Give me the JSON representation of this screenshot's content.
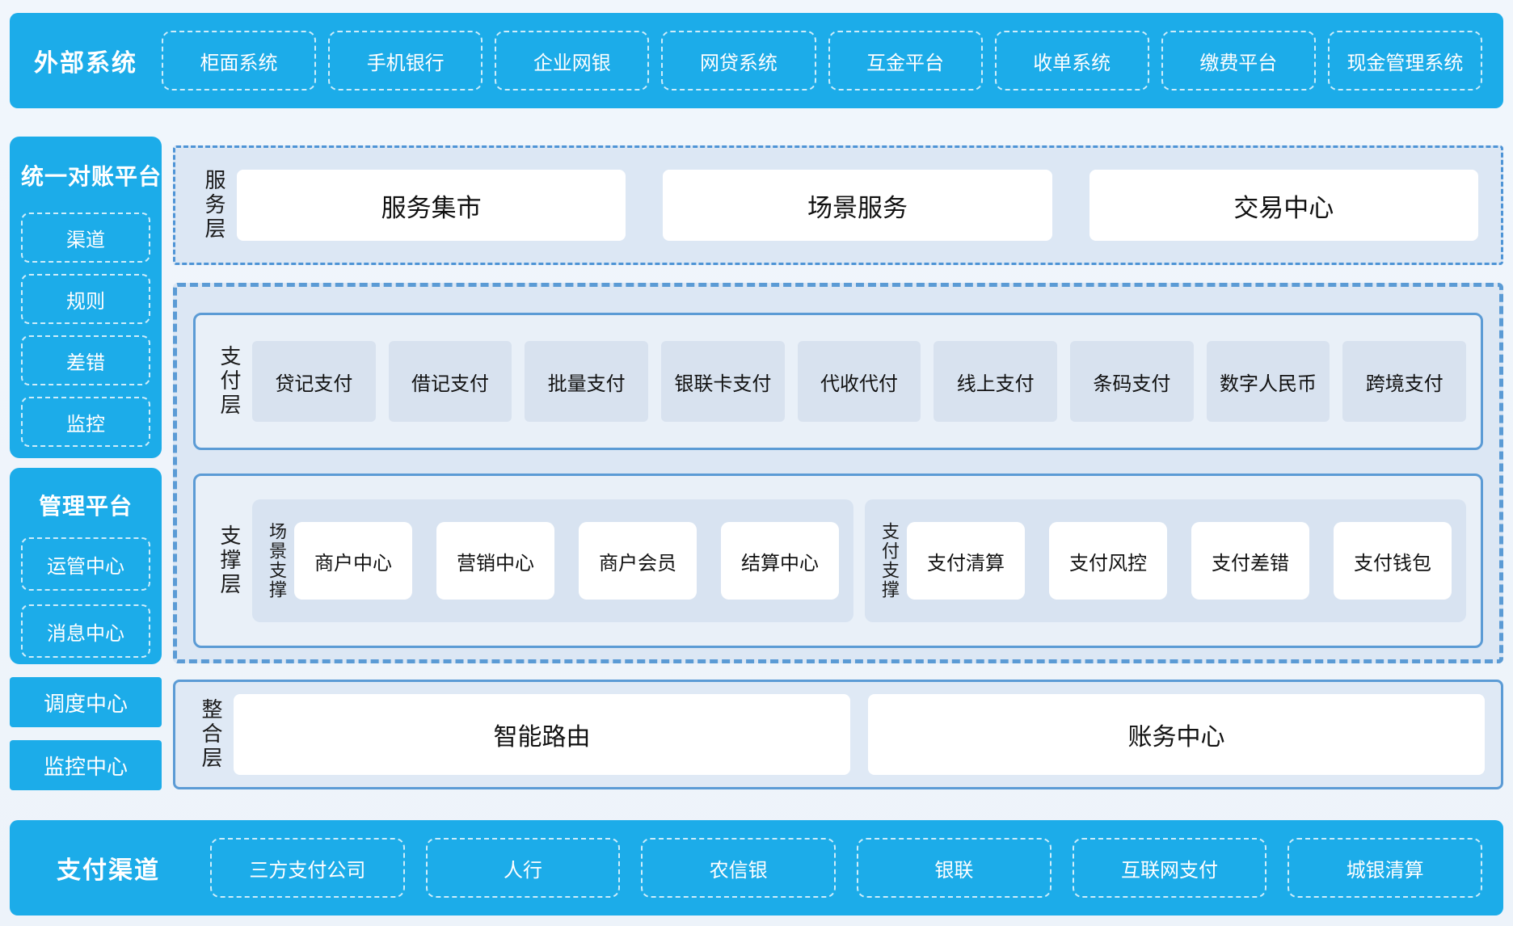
{
  "colors": {
    "accent_blue": "#1cace9",
    "border_blue": "#5b9bd5",
    "panel_light": "#dce7f4",
    "item_fill": "#d8e2ef",
    "white_dash": "#ffffff"
  },
  "external": {
    "title": "外部系统",
    "items": [
      "柜面系统",
      "手机银行",
      "企业网银",
      "网贷系统",
      "互金平台",
      "收单系统",
      "缴费平台",
      "现金管理系统"
    ]
  },
  "sidebar": {
    "reconciliation": {
      "title": "统一对账平台",
      "items": [
        "渠道",
        "规则",
        "差错",
        "监控"
      ]
    },
    "management": {
      "title": "管理平台",
      "items": [
        "运管中心",
        "消息中心"
      ]
    },
    "scheduling_center": "调度中心",
    "monitoring_center": "监控中心"
  },
  "service_layer": {
    "label": "服务层",
    "items": [
      "服务集市",
      "场景服务",
      "交易中心"
    ]
  },
  "payment_layer": {
    "label": "支付层",
    "items": [
      "贷记支付",
      "借记支付",
      "批量支付",
      "银联卡支付",
      "代收代付",
      "线上支付",
      "条码支付",
      "数字人民币",
      "跨境支付"
    ]
  },
  "support_layer": {
    "label": "支撑层",
    "groups": [
      {
        "label": "场景支撑",
        "items": [
          "商户中心",
          "营销中心",
          "商户会员",
          "结算中心"
        ]
      },
      {
        "label": "支付支撑",
        "items": [
          "支付清算",
          "支付风控",
          "支付差错",
          "支付钱包"
        ]
      }
    ]
  },
  "integration_layer": {
    "label": "整合层",
    "items": [
      "智能路由",
      "账务中心"
    ]
  },
  "channels": {
    "title": "支付渠道",
    "items": [
      "三方支付公司",
      "人行",
      "农信银",
      "银联",
      "互联网支付",
      "城银清算"
    ]
  }
}
